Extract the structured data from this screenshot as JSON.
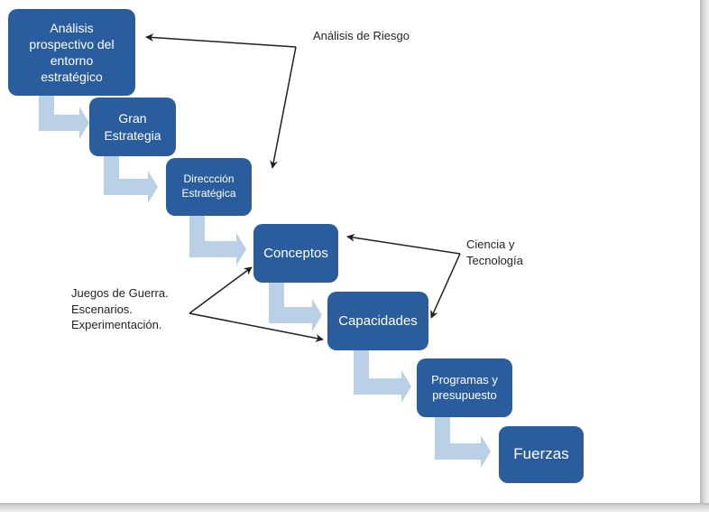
{
  "diagram": {
    "colors": {
      "box_fill": "#2a5d9e",
      "box_text": "#ffffff",
      "connector": "#b9d0e7",
      "annotation_arrow": "#231f20",
      "annotation_text": "#231f20"
    },
    "steps": [
      {
        "id": "analisis",
        "label": "Análisis\nprospectivo del\nentorno\nestratégico"
      },
      {
        "id": "gran-estrategia",
        "label": "Gran\nEstrategia"
      },
      {
        "id": "direccion",
        "label": "Direccción\nEstratégica"
      },
      {
        "id": "conceptos",
        "label": "Conceptos"
      },
      {
        "id": "capacidades",
        "label": "Capacidades"
      },
      {
        "id": "programas",
        "label": "Programas y\npresupuesto"
      },
      {
        "id": "fuerzas",
        "label": "Fuerzas"
      }
    ],
    "annotations": [
      {
        "id": "analisis-riesgo",
        "label": "Análisis de Riesgo",
        "targets": [
          "analisis",
          "direccion"
        ]
      },
      {
        "id": "ciencia-tecnologia",
        "label": "Ciencia y\nTecnología",
        "targets": [
          "conceptos",
          "capacidades"
        ]
      },
      {
        "id": "juegos-guerra",
        "label": "Juegos de Guerra.\nEscenarios.\nExperimentación.",
        "targets": [
          "conceptos",
          "capacidades"
        ]
      }
    ]
  }
}
